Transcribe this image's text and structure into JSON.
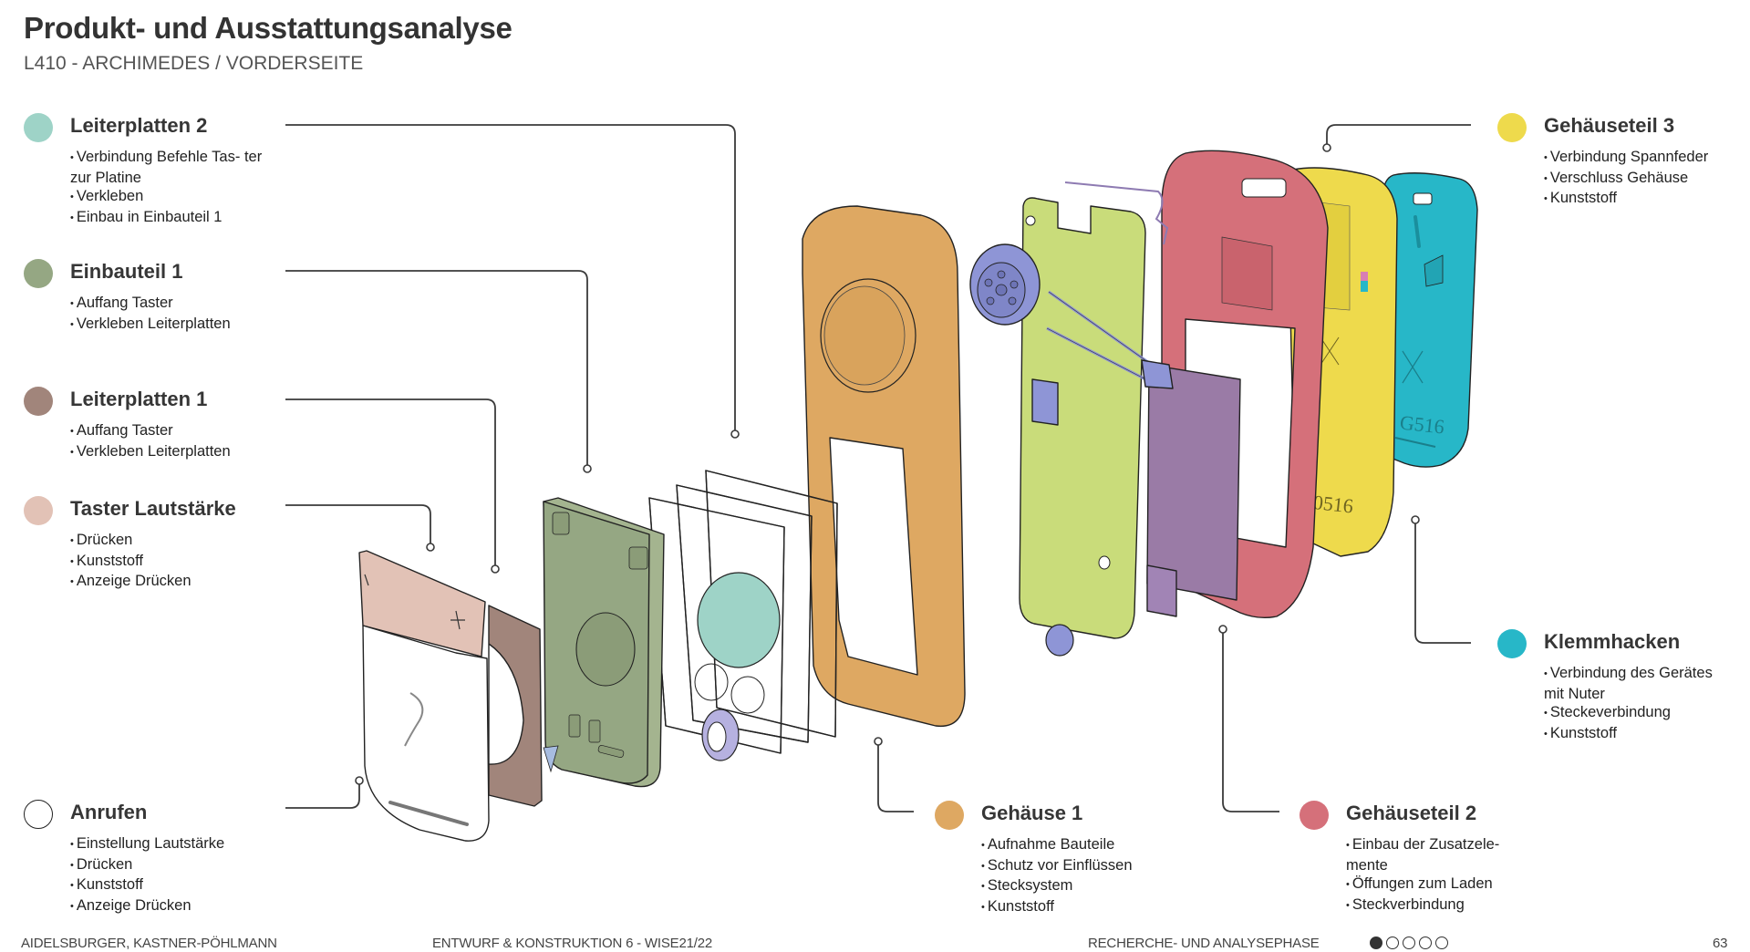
{
  "header": {
    "title": "Produkt- und Ausstattungsanalyse",
    "subtitle": "L410 - ARCHIMEDES / VORDERSEITE"
  },
  "colors": {
    "leiterplatten_2": "#9ed3c7",
    "einbauteil_1": "#95a783",
    "leiterplatten_1": "#a1857b",
    "taster_lautstaerke": "#e2c2b6",
    "anrufen": "#ffffff",
    "gehaeuse_1": "#dea862",
    "gehaeuseteil_2": "#d5707a",
    "gehaeuseteil_3": "#eeda4c",
    "klemmhacken": "#27b7c8",
    "leiterplatte_gruen": "#c9dc7a",
    "akku": "#9a7ba6",
    "lautsprecher": "#8e95d6"
  },
  "components": {
    "leiterplatten_2": {
      "title": "Leiterplatten 2",
      "bullets": [
        "Verbindung Befehle Tas- ter zur Platine",
        "Verkleben",
        "Einbau in Einbauteil 1"
      ]
    },
    "einbauteil_1": {
      "title": "Einbauteil 1",
      "bullets": [
        "Auffang Taster",
        "Verkleben Leiterplatten"
      ]
    },
    "leiterplatten_1": {
      "title": "Leiterplatten 1",
      "bullets": [
        "Auffang Taster",
        "Verkleben Leiterplatten"
      ]
    },
    "taster_lautstaerke": {
      "title": "Taster Lautstärke",
      "bullets": [
        "Drücken",
        "Kunststoff",
        "Anzeige Drücken"
      ]
    },
    "anrufen": {
      "title": "Anrufen",
      "bullets": [
        "Einstellung Lautstärke",
        "Drücken",
        "Kunststoff",
        "Anzeige Drücken"
      ]
    },
    "gehaeuse_1": {
      "title": "Gehäuse 1",
      "bullets": [
        "Aufnahme Bauteile",
        "Schutz vor Einflüssen",
        "Stecksystem",
        "Kunststoff"
      ]
    },
    "gehaeuseteil_2": {
      "title": "Gehäuseteil 2",
      "bullets": [
        "Einbau der Zusatzele- mente",
        "Öffungen zum Laden",
        "Steckverbindung"
      ]
    },
    "gehaeuseteil_3": {
      "title": "Gehäuseteil 3",
      "bullets": [
        "Verbindung Spannfeder",
        "Verschluss Gehäuse",
        "Kunststoff"
      ]
    },
    "klemmhacken": {
      "title": "Klemmhacken",
      "bullets": [
        "Verbindung des Gerätes mit Nuter",
        "Steckeverbindung",
        "Kunststoff"
      ]
    }
  },
  "engravings": {
    "back_cover": "G516",
    "inner_housing": "0516"
  },
  "footer": {
    "authors": "AIDELSBURGER, KASTNER-PÖHLMANN",
    "course": "ENTWURF & KONSTRUKTION 6 - WISE21/22",
    "phase": "RECHERCHE- UND ANALYSEPHASE",
    "page_number": "63",
    "pager": {
      "total": 5,
      "active": 1
    }
  }
}
